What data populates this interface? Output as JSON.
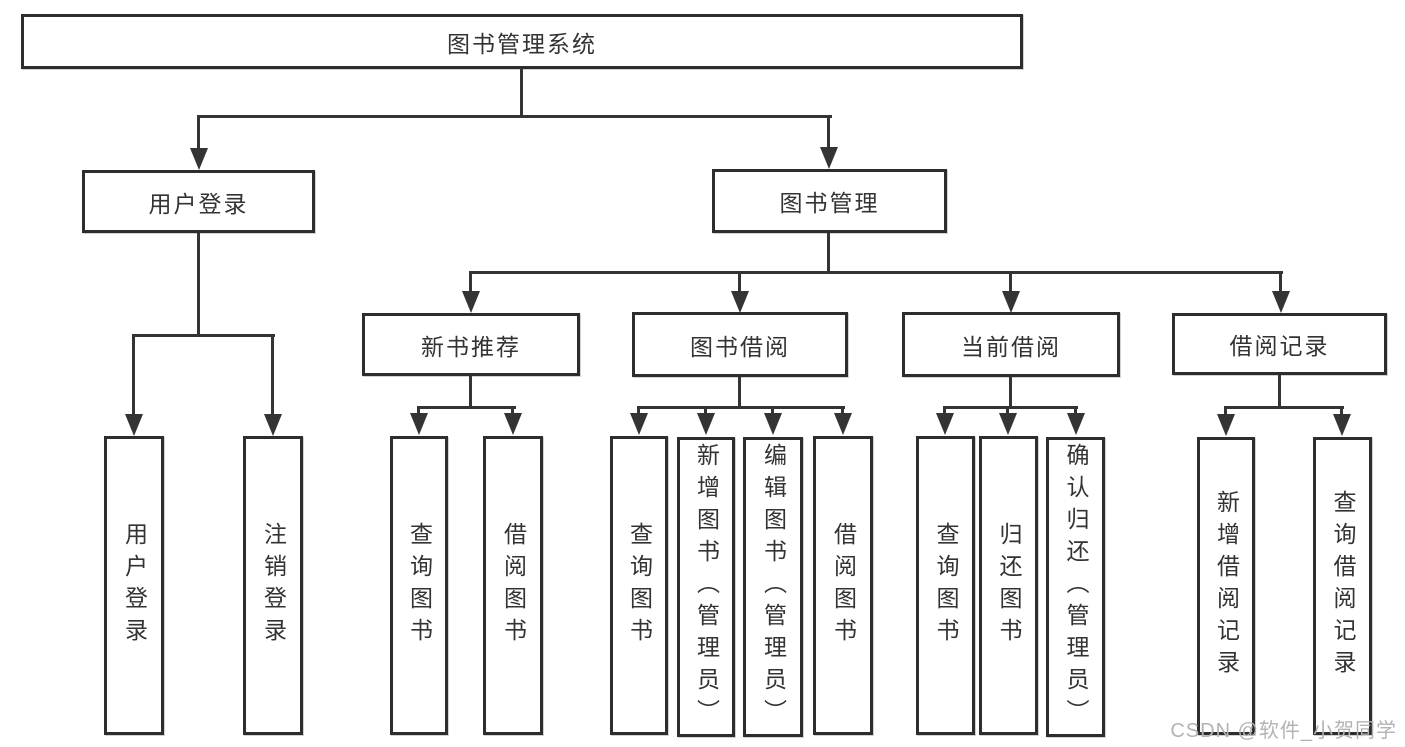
{
  "colors": {
    "line": "#343434",
    "box_border": "#2d2d2d",
    "text": "#333333",
    "watermark": "#b3b3b3",
    "background": "#ffffff"
  },
  "watermark": {
    "text": "CSDN @软件_小贺同学"
  },
  "tree": {
    "root": {
      "label": "图书管理系统",
      "children": [
        {
          "label": "用户登录",
          "children": [
            {
              "label": "用户登录"
            },
            {
              "label": "注销登录"
            }
          ]
        },
        {
          "label": "图书管理",
          "children": [
            {
              "label": "新书推荐",
              "children": [
                {
                  "label": "查询图书"
                },
                {
                  "label": "借阅图书"
                }
              ]
            },
            {
              "label": "图书借阅",
              "children": [
                {
                  "label": "查询图书"
                },
                {
                  "label": "新增图书（管理员）"
                },
                {
                  "label": "编辑图书（管理员）"
                },
                {
                  "label": "借阅图书"
                }
              ]
            },
            {
              "label": "当前借阅",
              "children": [
                {
                  "label": "查询图书"
                },
                {
                  "label": "归还图书"
                },
                {
                  "label": "确认归还（管理员）"
                }
              ]
            },
            {
              "label": "借阅记录",
              "children": [
                {
                  "label": "新增借阅记录"
                },
                {
                  "label": "查询借阅记录"
                }
              ]
            }
          ]
        }
      ]
    }
  }
}
